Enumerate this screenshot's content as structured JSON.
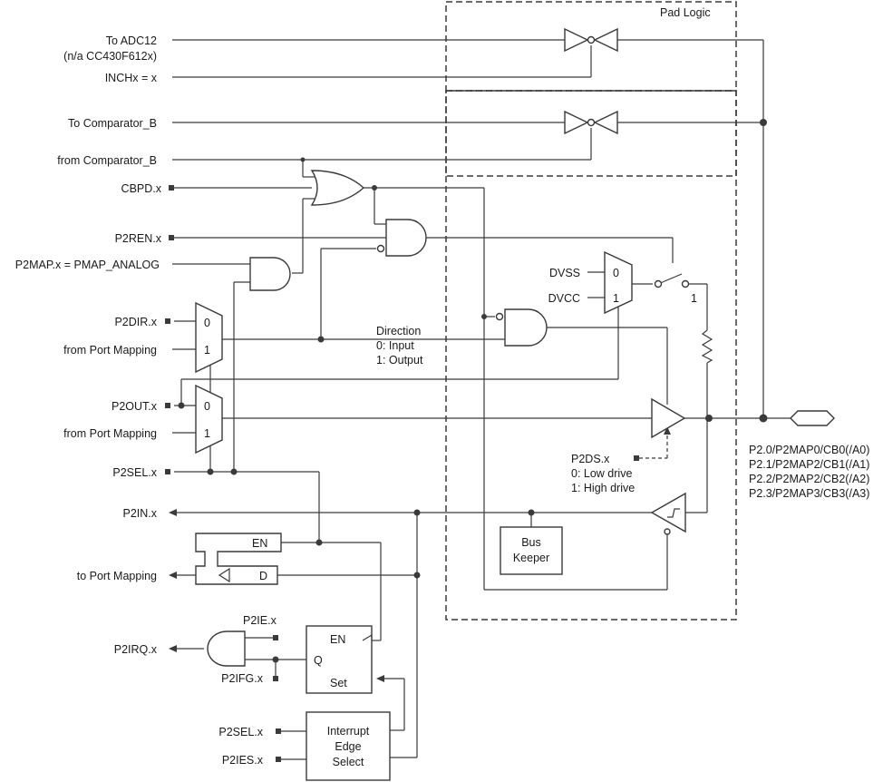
{
  "title": "Pad Logic",
  "signals": {
    "to_adc12": "To ADC12",
    "na_note": "(n/a  CC430F612x)",
    "inchx": "INCHx = x",
    "to_comp": "To Comparator_B",
    "from_comp": "from Comparator_B",
    "cbpd": "CBPD.x",
    "p2ren": "P2REN.x",
    "p2map": "P2MAP.x = PMAP_ANALOG",
    "p2dir": "P2DIR.x",
    "from_pm1": "from Port Mapping",
    "p2out": "P2OUT.x",
    "from_pm2": "from Port Mapping",
    "p2sel": "P2SEL.x",
    "p2in": "P2IN.x",
    "to_pm": "to Port Mapping",
    "p2irq": "P2IRQ.x",
    "p2ie": "P2IE.x",
    "p2ifg": "P2IFG.x",
    "p2sel2": "P2SEL.x",
    "p2ies": "P2IES.x"
  },
  "direction": {
    "title": "Direction",
    "opt0": "0: Input",
    "opt1": "1: Output"
  },
  "mux": {
    "zero": "0",
    "one": "1"
  },
  "supply": {
    "dvss": "DVSS",
    "dvcc": "DVCC",
    "switch_one": "1"
  },
  "drive": {
    "title": "P2DS.x",
    "opt0": "0: Low drive",
    "opt1": "1: High drive"
  },
  "bus_keeper": {
    "line1": "Bus",
    "line2": "Keeper"
  },
  "latch": {
    "en": "EN",
    "d": "D"
  },
  "irq_block": {
    "en": "EN",
    "q": "Q",
    "set": "Set"
  },
  "edge_select": {
    "line1": "Interrupt",
    "line2": "Edge",
    "line3": "Select"
  },
  "pins": [
    "P2.0/P2MAP0/CB0(/A0)",
    "P2.1/P2MAP2/CB1(/A1)",
    "P2.2/P2MAP2/CB2(/A2)",
    "P2.3/P2MAP3/CB3(/A3)"
  ]
}
